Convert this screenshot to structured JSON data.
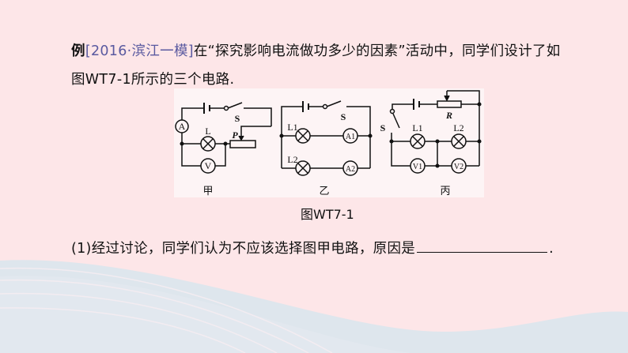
{
  "problem": {
    "prefix": "例",
    "source": "[2016·滨江一模]",
    "line1_rest": "在“探究影响电流做功多少的因素”活动中，同学们设计了如",
    "line2": "图WT7-1所示的三个电路."
  },
  "figure": {
    "caption": "图WT7-1",
    "circuits": [
      {
        "label": "甲",
        "components": {
          "ammeter": "A",
          "lamp": "L",
          "switch": "S",
          "slider": "P",
          "voltmeter": "V"
        }
      },
      {
        "label": "乙",
        "components": {
          "switch": "S",
          "lamp1": "L1",
          "lamp2": "L2",
          "ammeter1": "A1",
          "ammeter2": "A2"
        }
      },
      {
        "label": "丙",
        "components": {
          "switch": "S",
          "rheostat": "R",
          "lamp1": "L1",
          "lamp2": "L2",
          "voltmeter1": "V1",
          "voltmeter2": "V2"
        }
      }
    ]
  },
  "question": {
    "text": "(1)经过讨论，同学们认为不应该选择图甲电路，原因是",
    "end": "."
  },
  "colors": {
    "background": "#fde6e8",
    "source": "#5a5aa0",
    "wave": "#cfe3ec"
  }
}
